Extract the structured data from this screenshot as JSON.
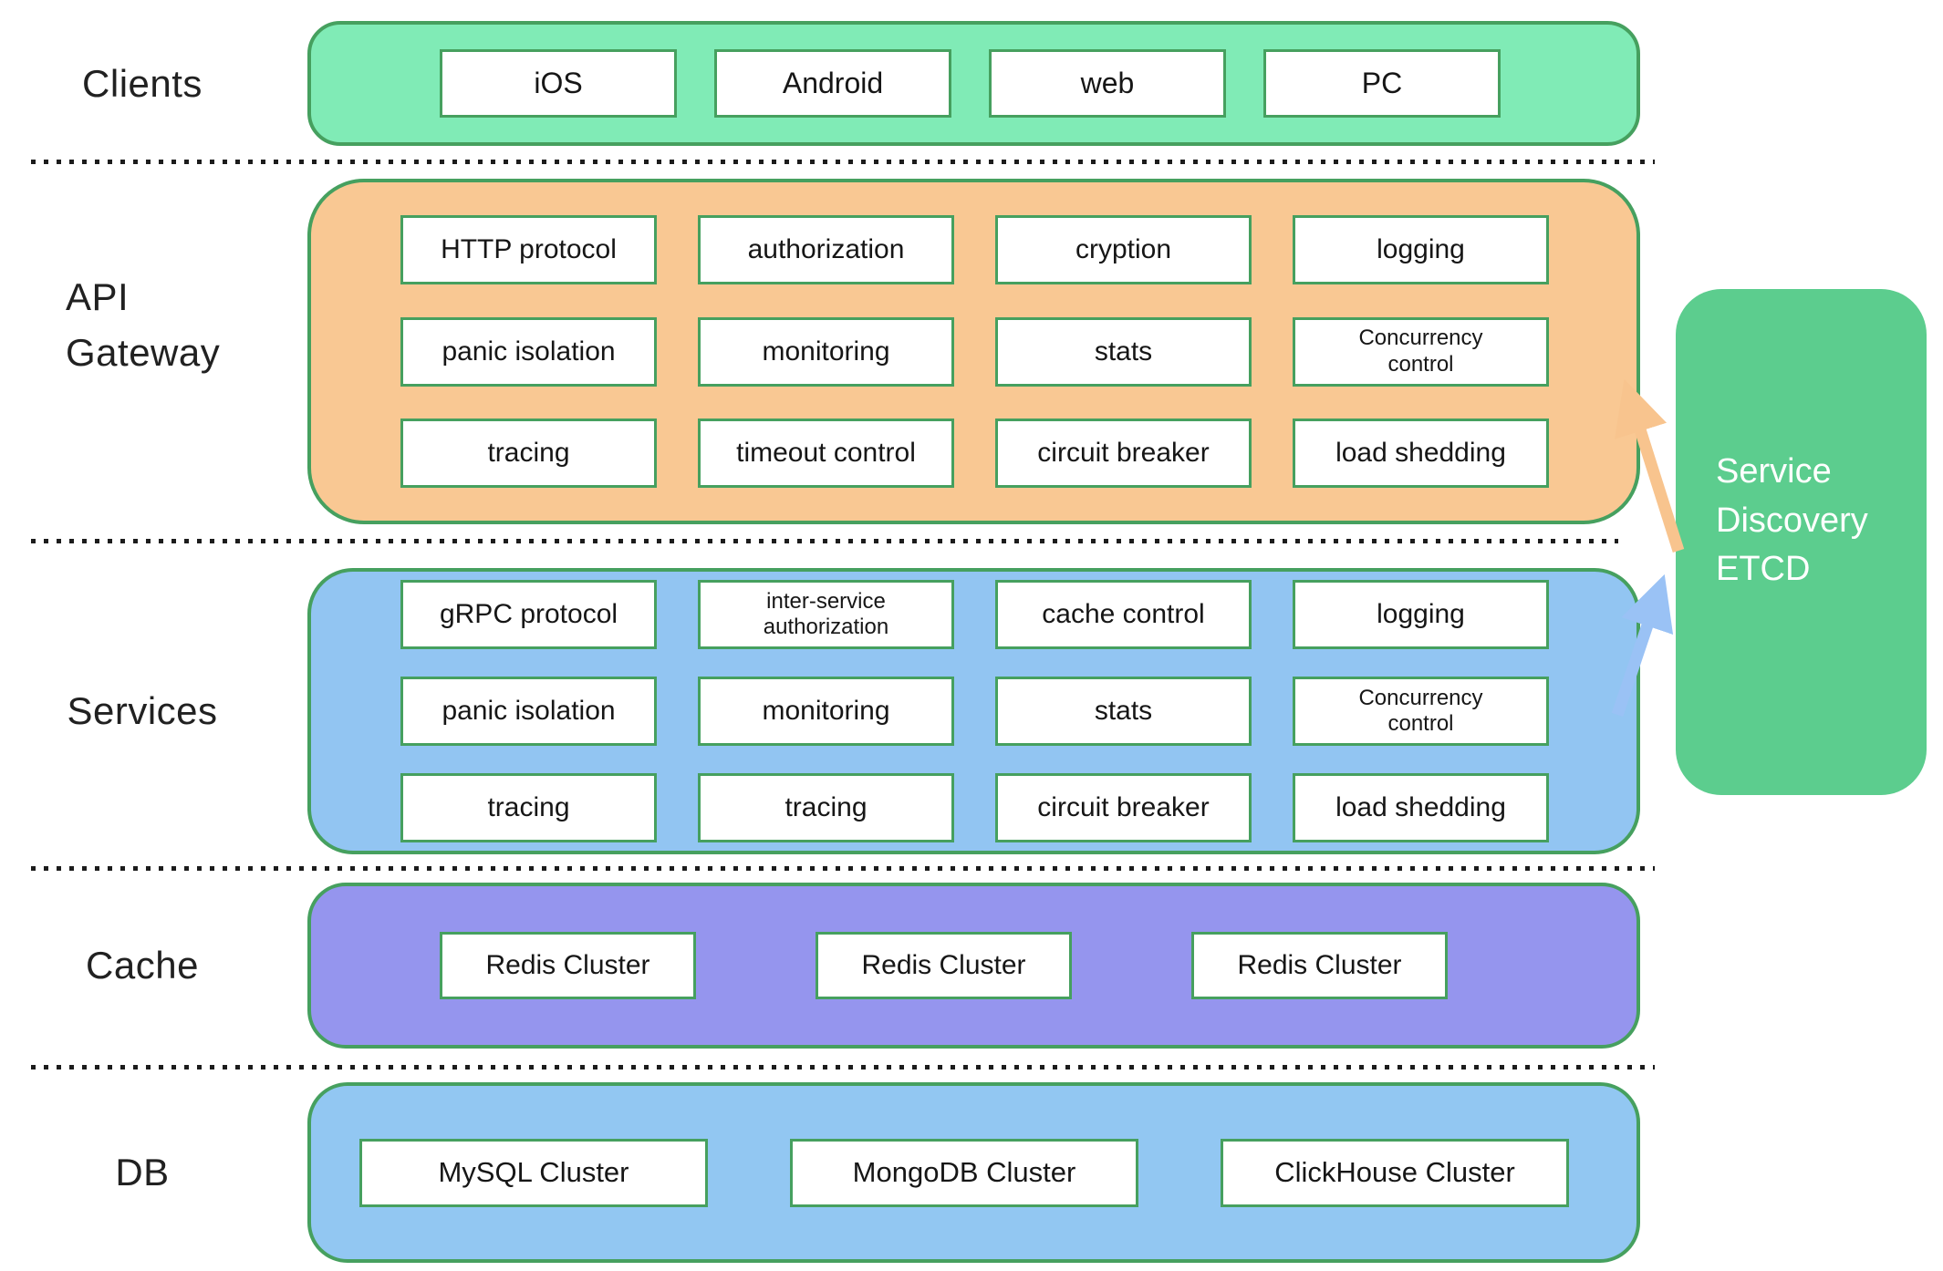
{
  "layers": {
    "clients": {
      "label": "Clients",
      "items": [
        "iOS",
        "Android",
        "web",
        "PC"
      ]
    },
    "gateway": {
      "label_line1": "API",
      "label_line2": "Gateway",
      "items": [
        "HTTP protocol",
        "authorization",
        "cryption",
        "logging",
        "panic isolation",
        "monitoring",
        "stats",
        "Concurrency\ncontrol",
        "tracing",
        "timeout control",
        "circuit breaker",
        "load shedding"
      ]
    },
    "services": {
      "label": "Services",
      "items": [
        "gRPC protocol",
        "inter-service\nauthorization",
        "cache control",
        "logging",
        "panic isolation",
        "monitoring",
        "stats",
        "Concurrency\ncontrol",
        "tracing",
        "tracing",
        "circuit breaker",
        "load shedding"
      ]
    },
    "cache": {
      "label": "Cache",
      "items": [
        "Redis Cluster",
        "Redis Cluster",
        "Redis Cluster"
      ]
    },
    "db": {
      "label": "DB",
      "items": [
        "MySQL Cluster",
        "MongoDB Cluster",
        "ClickHouse Cluster"
      ]
    }
  },
  "discovery": {
    "lines": [
      "Service",
      "Discovery",
      "ETCD"
    ]
  },
  "colors": {
    "clients_fill": "#80ebb6",
    "gateway_fill": "#f9c893",
    "services_fill": "#92c5f2",
    "cache_fill": "#9595ee",
    "db_fill": "#92c7f2",
    "discovery_fill": "#5ccd8e",
    "cell_border_green": "#46a05f",
    "arrow_orange": "#f8c48e",
    "arrow_blue": "#9ac2f5"
  }
}
